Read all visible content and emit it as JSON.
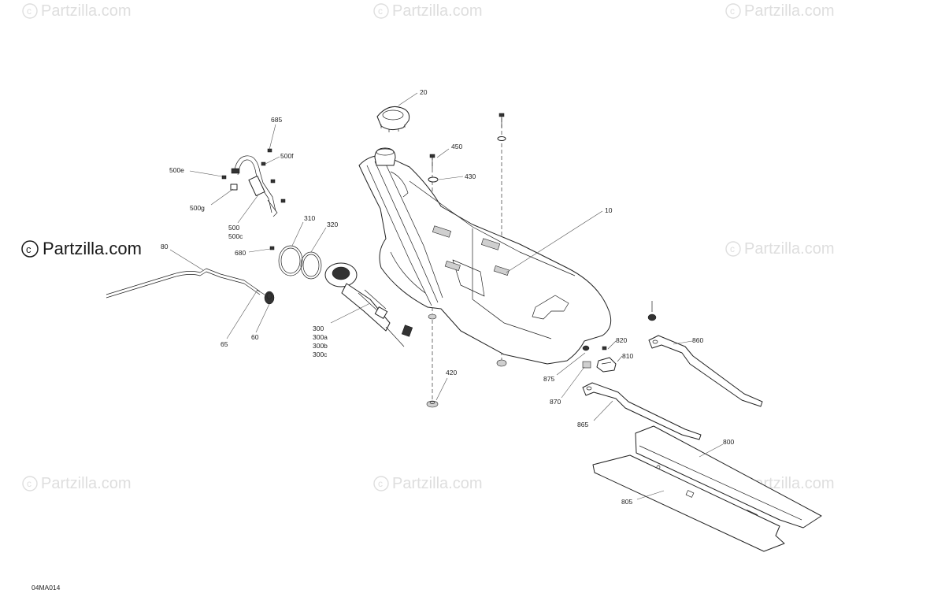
{
  "watermark": {
    "text": "Partzilla.com",
    "symbol": "c"
  },
  "diagram_code": "04MA014",
  "labels": {
    "l20": "20",
    "l450": "450",
    "l430": "430",
    "l10": "10",
    "l685": "685",
    "l500f": "500f",
    "l500e": "500e",
    "l500g": "500g",
    "l500": "500",
    "l500c": "500c",
    "l310": "310",
    "l320": "320",
    "l680": "680",
    "l80": "80",
    "l65": "65",
    "l60": "60",
    "l300": "300",
    "l300a": "300a",
    "l300b": "300b",
    "l300c": "300c",
    "l420": "420",
    "l875": "875",
    "l870": "870",
    "l820": "820",
    "l810": "810",
    "l860": "860",
    "l865": "865",
    "l800": "800",
    "l805": "805"
  }
}
